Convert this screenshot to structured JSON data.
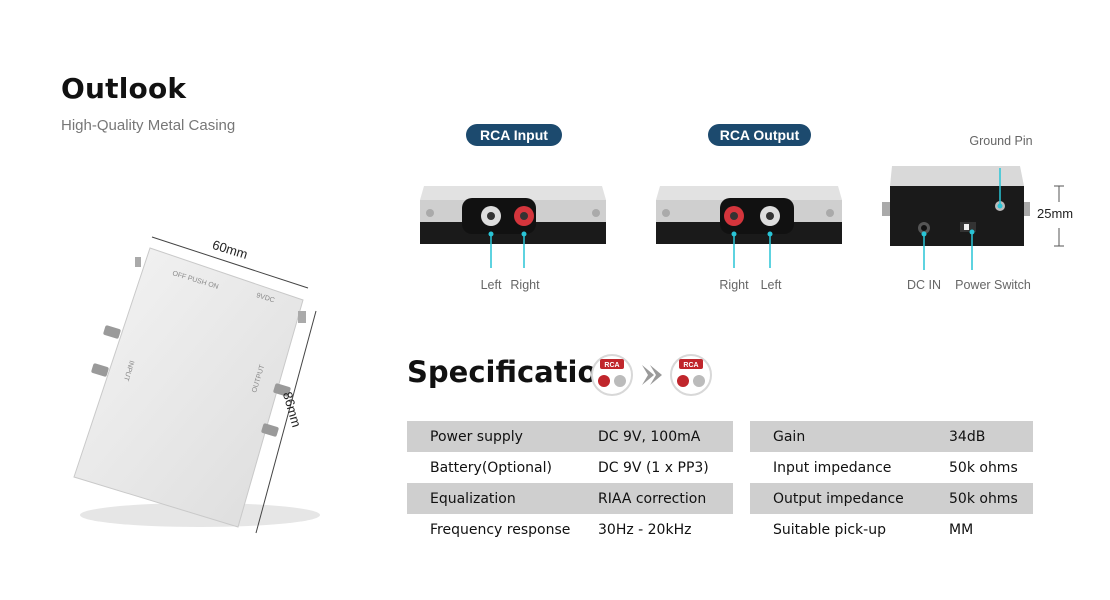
{
  "outlook": {
    "title": "Outlook",
    "subtitle": "High-Quality Metal Casing",
    "dim_width": "60mm",
    "dim_height": "86mm",
    "casing_labels": {
      "top": "OFF  PUSH  ON",
      "top_right": "9VDC",
      "input": "INPUT",
      "output": "OUTPUT"
    }
  },
  "views": {
    "input": {
      "label": "RCA Input",
      "left": "Left",
      "right": "Right"
    },
    "output": {
      "label": "RCA Output",
      "right": "Right",
      "left": "Left"
    },
    "side": {
      "ground_pin": "Ground Pin",
      "height": "25mm",
      "dc_in": "DC IN",
      "power_switch": "Power Switch"
    }
  },
  "specification": {
    "title": "Specification",
    "left_table": [
      {
        "key": "Power supply",
        "value": "DC 9V, 100mA"
      },
      {
        "key": "Battery(Optional)",
        "value": "DC 9V (1 x PP3)"
      },
      {
        "key": "Equalization",
        "value": "RIAA correction"
      },
      {
        "key": "Frequency response",
        "value": "30Hz - 20kHz"
      }
    ],
    "right_table": [
      {
        "key": "Gain",
        "value": "34dB"
      },
      {
        "key": "Input impedance",
        "value": "50k ohms"
      },
      {
        "key": "Output impedance",
        "value": "50k ohms"
      },
      {
        "key": "Suitable pick-up",
        "value": "MM"
      }
    ],
    "icon_badge": "RCA"
  },
  "colors": {
    "accent": "#1c4a6e",
    "callout_line": "#29c4d6",
    "row_shade": "#cfcfcf"
  }
}
